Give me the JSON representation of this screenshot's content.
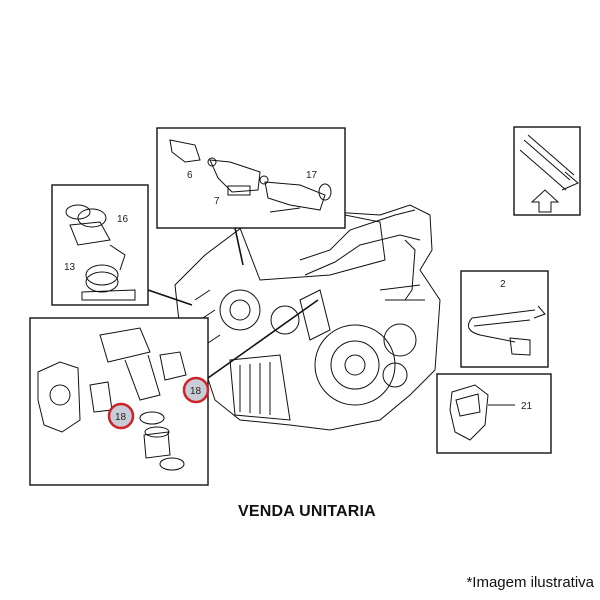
{
  "diagram": {
    "callouts": {
      "c6": "6",
      "c7": "7",
      "c17": "17",
      "c16": "16",
      "c13": "13",
      "c2": "2",
      "c21": "21",
      "c18a": "18",
      "c18b": "18"
    },
    "highlight_color": "#d0202a",
    "highlight_fill": "#c8ccd6"
  },
  "caption": {
    "title": "VENDA UNITARIA",
    "note": "*Imagem ilustrativa"
  }
}
